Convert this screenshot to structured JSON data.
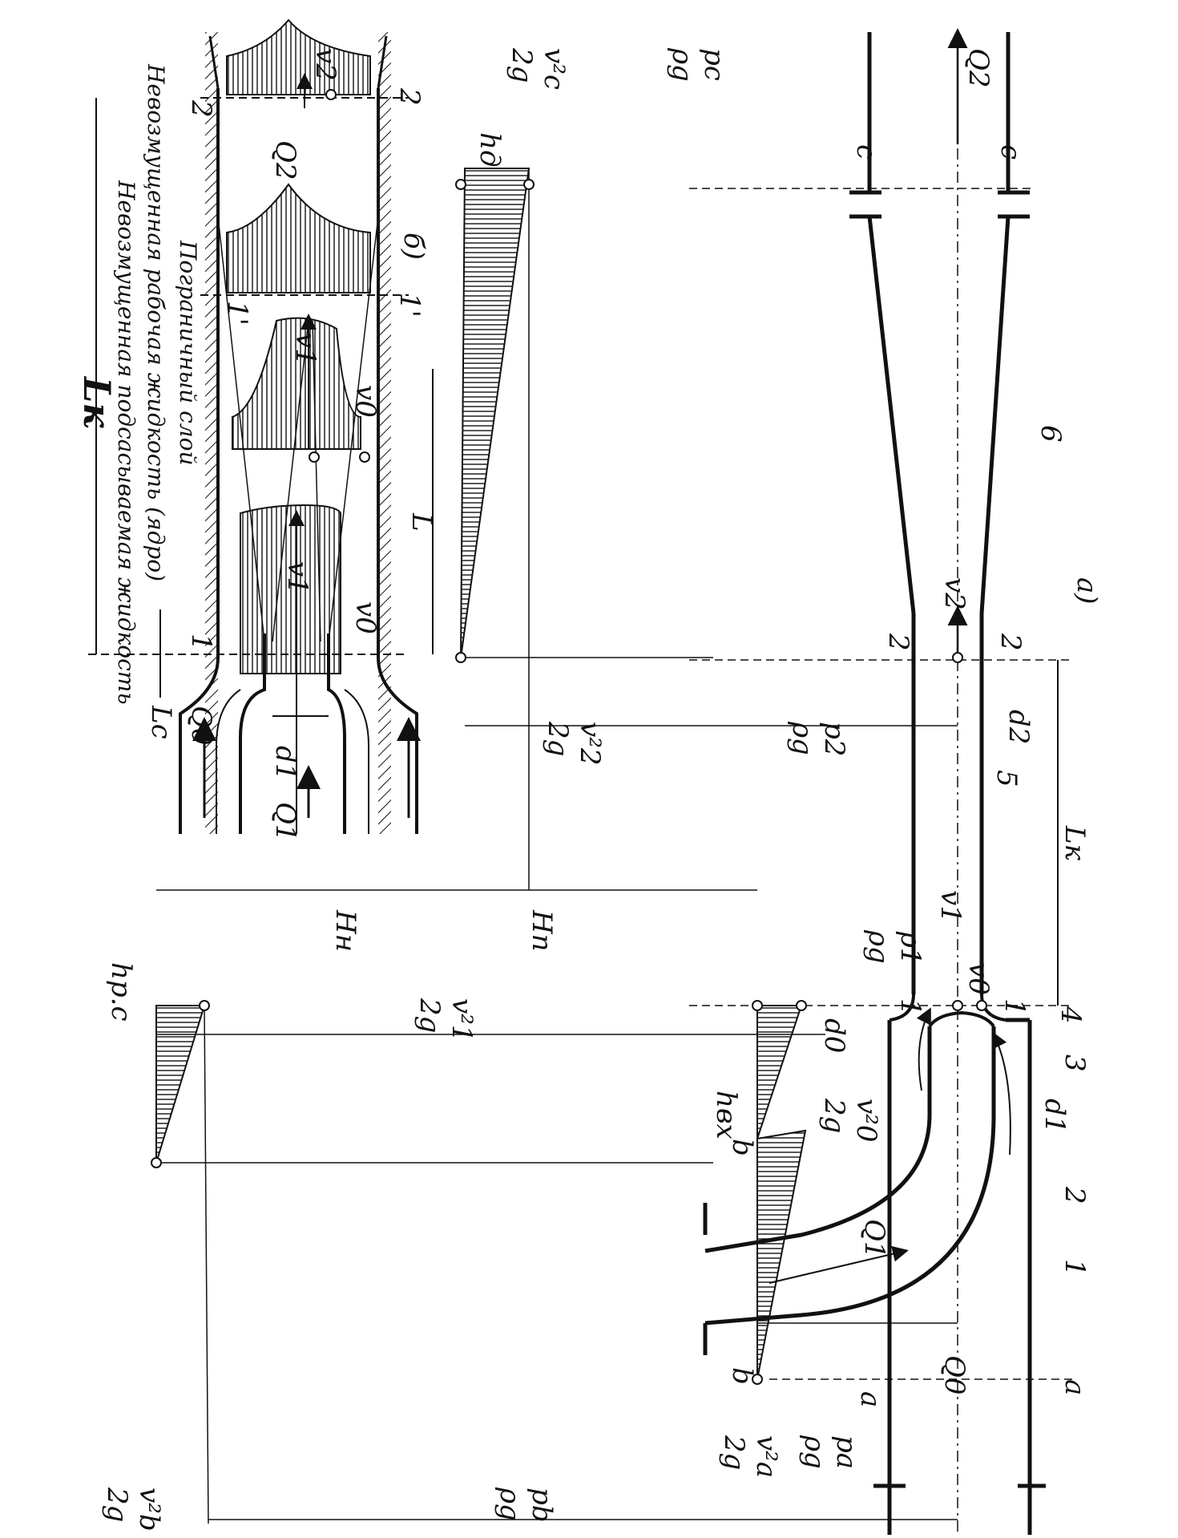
{
  "figure": {
    "panel_a": "а)",
    "panel_b": "б)",
    "left_view": {
      "Lk": "Lк",
      "Lc": "Lс",
      "L": "L",
      "Q0": "Q0",
      "Q1": "Q1",
      "Q2": "Q2",
      "d1": "d1",
      "v0": "v0",
      "v1": "v1",
      "v2": "v2",
      "s1": "1",
      "s1p": "1'",
      "s2": "2",
      "caption_1": "Невозмущенная подсасываемая жидкость",
      "caption_2": "Невозмущенная рабочая жидкость (ядро)",
      "caption_3": "Пограничный слой"
    },
    "right_view": {
      "vc2_num": "v²c",
      "vc2_den": "2g",
      "pc_num": "pc",
      "pc_den": "ρg",
      "Q2": "Q2",
      "hd": "hд",
      "c": "c",
      "n6": "6",
      "v2": "v2",
      "n2": "2",
      "v22_num": "v²2",
      "v22_den": "2g",
      "p2_num": "p2",
      "p2_den": "ρg",
      "d2": "d2",
      "n5": "5",
      "Lk": "Lк",
      "Hn": "Hп",
      "Hh": "Hн",
      "hrc": "hр.с",
      "v12_num": "v²1",
      "v12_den": "2g",
      "p1_num": "p1",
      "p1_den": "ρg",
      "v1": "v1",
      "v0": "v0",
      "n1": "1",
      "n4": "4",
      "n3": "3",
      "d0": "d0",
      "hvx": "hвх",
      "v02_num": "v²0",
      "v02_den": "2g",
      "d1": "d1",
      "b": "b",
      "Q1": "Q1",
      "n2b": "2",
      "n1b": "1",
      "Q0": "Q0",
      "a": "a",
      "vb2_num": "v²b",
      "vb2_den": "2g",
      "pa_num": "pa",
      "pa_den": "ρg",
      "va2_num": "v²a",
      "va2_den": "2g",
      "pb_num": "pb",
      "pb_den": "ρg"
    }
  }
}
